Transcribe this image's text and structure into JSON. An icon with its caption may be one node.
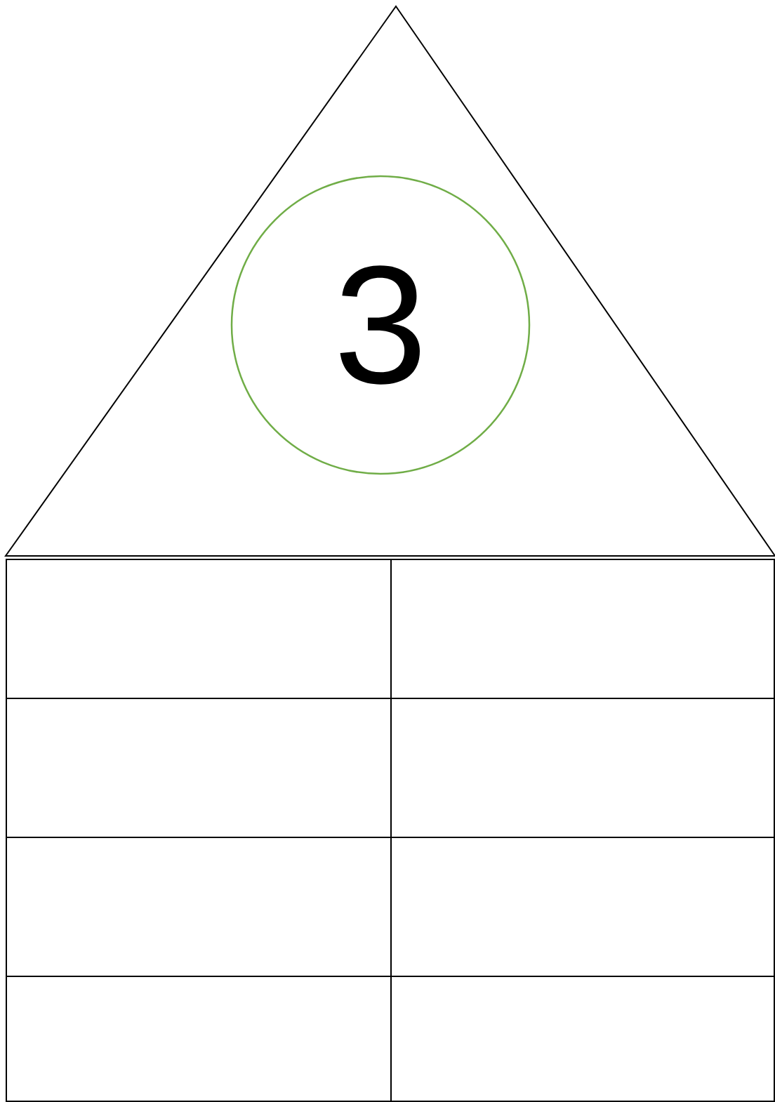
{
  "diagram": {
    "nodes": [
      {
        "text": [],
        "shape": "triangle"
      },
      {
        "text": [
          "3"
        ],
        "in": 0
      },
      {
        "text": [],
        "shape": "box"
      },
      {
        "text": [],
        "shape": "box"
      },
      {
        "text": [],
        "shape": "box"
      },
      {
        "text": [],
        "shape": "box"
      },
      {
        "text": [],
        "shape": "box"
      },
      {
        "text": [],
        "shape": "box"
      },
      {
        "text": [],
        "shape": "box"
      },
      {
        "text": [],
        "shape": "box"
      }
    ]
  }
}
